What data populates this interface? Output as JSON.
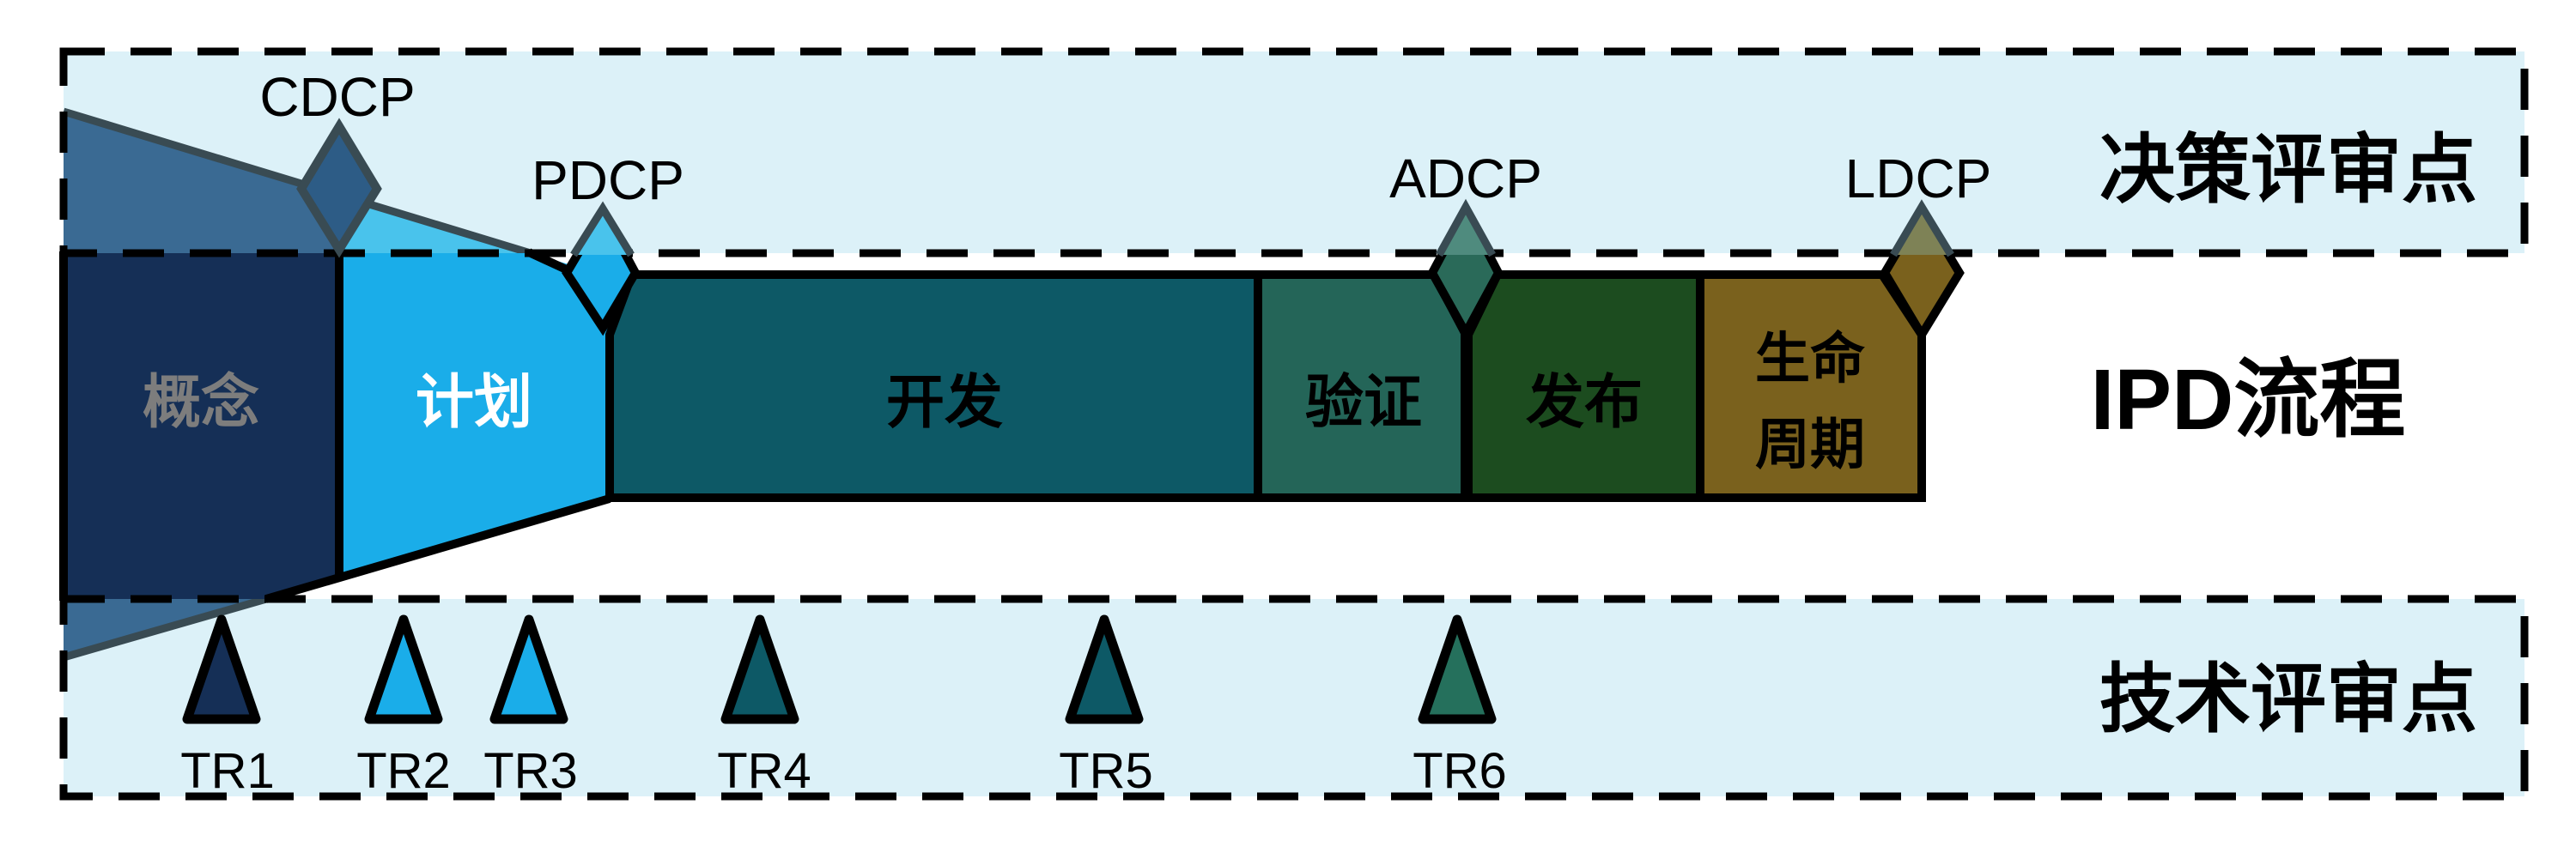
{
  "title": {
    "text": "IPD流程"
  },
  "decision_band": {
    "label": "决策评审点",
    "points": [
      {
        "id": "cdcp",
        "label": "CDCP"
      },
      {
        "id": "pdcp",
        "label": "PDCP"
      },
      {
        "id": "adcp",
        "label": "ADCP"
      },
      {
        "id": "ldcp",
        "label": "LDCP"
      }
    ]
  },
  "phases": [
    {
      "id": "concept",
      "label": "概念"
    },
    {
      "id": "plan",
      "label": "计划"
    },
    {
      "id": "develop",
      "label": "开发"
    },
    {
      "id": "verify",
      "label": "验证"
    },
    {
      "id": "release",
      "label": "发布"
    },
    {
      "id": "lifecycle",
      "label": "生命周期",
      "line1": "生命",
      "line2": "周期"
    }
  ],
  "technical_band": {
    "label": "技术评审点",
    "points": [
      {
        "label": "TR1"
      },
      {
        "label": "TR2"
      },
      {
        "label": "TR3"
      },
      {
        "label": "TR4"
      },
      {
        "label": "TR5"
      },
      {
        "label": "TR6"
      }
    ]
  },
  "colors": {
    "band_bg": "#dcf1f8",
    "outline": "#000000",
    "outline_muted": "#394b53",
    "concept": "#152f56",
    "plan": "#1aade9",
    "develop": "#0d5966",
    "verify": "#246558",
    "release": "#1c4c1f",
    "lifecycle": "#7a611d",
    "concept_muted": "#3a6a93",
    "plan_muted": "#49c3ec",
    "cdcp_diamond": "#2d5c86",
    "pdcp_diamond": "#1aade9",
    "adcp_diamond": "#2a6a59",
    "adcp_muted": "#4f8b7e",
    "ldcp_diamond": "#7a611d",
    "ldcp_muted": "#7e8256",
    "tr6_fill": "#25705c",
    "concept_text": "#7d7d7d",
    "plan_text": "#ffffff",
    "phase_text": "#000000"
  }
}
